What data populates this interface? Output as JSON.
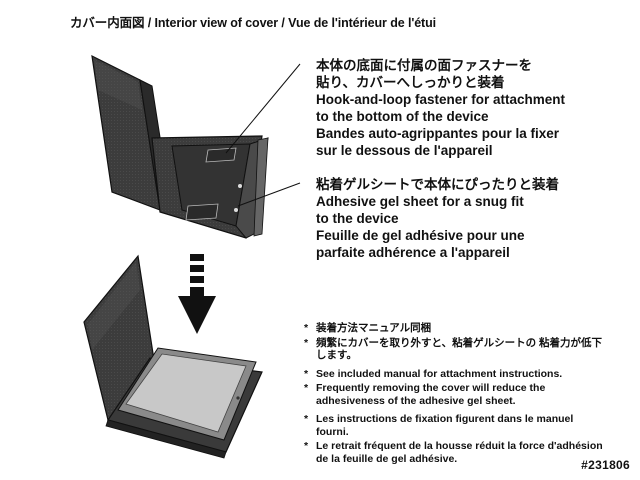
{
  "title": "カバー内面図 / Interior view of cover / Vue de l'intérieur de l'étui",
  "callout_hook": {
    "lines": [
      "本体の底面に付属の面ファスナーを",
      "貼り、カバーへしっかりと装着",
      "Hook-and-loop fastener for attachment",
      "to the bottom of the device",
      "Bandes auto-agrippantes pour la fixer",
      "sur le dessous de l'appareil"
    ]
  },
  "callout_gel": {
    "lines": [
      "粘着ゲルシートで本体にぴったりと装着",
      "Adhesive gel sheet for a snug fit",
      "to the device",
      "Feuille de gel adhésive pour une",
      "parfaite adhérence a l'appareil"
    ]
  },
  "notes": {
    "ja": [
      {
        "mark": "*",
        "text": "装着方法マニュアル同梱"
      },
      {
        "mark": "*",
        "text": "頻繁にカバーを取り外すと、粘着ゲルシートの 粘着力が低下します。"
      }
    ],
    "en": [
      {
        "mark": "*",
        "text": "See included manual for attachment instructions."
      },
      {
        "mark": "*",
        "text": "Frequently removing the cover will reduce the adhesiveness of the adhesive gel sheet."
      }
    ],
    "fr": [
      {
        "mark": "*",
        "text": "Les instructions de fixation figurent dans le manuel fourni."
      },
      {
        "mark": "*",
        "text": "Le retrait fréquent de la housse réduit la force d'adhésion de la feuille de gel adhésive."
      }
    ]
  },
  "code": "#231806",
  "colors": {
    "cover_dark": "#3a3a3a",
    "cover_mid": "#5a5a5a",
    "cover_light": "#8a8a8a",
    "screen": "#bdbdbd"
  }
}
